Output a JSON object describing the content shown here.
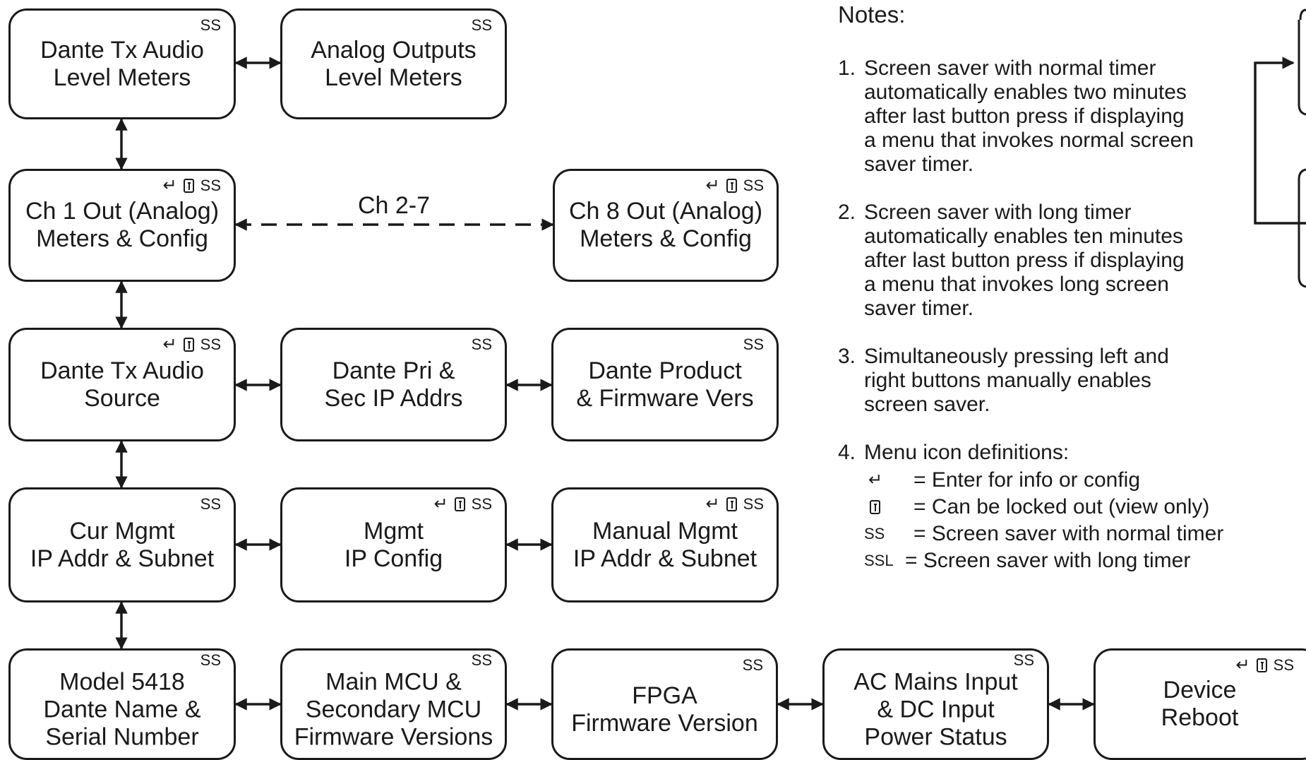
{
  "boxes": {
    "dante_tx_meters": {
      "line1": "Dante Tx Audio",
      "line2": "Level Meters",
      "ss": "SS"
    },
    "analog_outputs_meters": {
      "line1": "Analog Outputs",
      "line2": "Level Meters",
      "ss": "SS"
    },
    "ch1_out": {
      "line1": "Ch 1 Out (Analog)",
      "line2": "Meters & Config",
      "ss": "SS"
    },
    "ch8_out": {
      "line1": "Ch 8 Out (Analog)",
      "line2": "Meters & Config",
      "ss": "SS"
    },
    "dante_tx_source": {
      "line1": "Dante Tx Audio",
      "line2": "Source",
      "ss": "SS"
    },
    "dante_ip": {
      "line1": "Dante Pri &",
      "line2": "Sec IP Addrs",
      "ss": "SS"
    },
    "dante_product": {
      "line1": "Dante Product",
      "line2": "& Firmware Vers",
      "ss": "SS"
    },
    "cur_mgmt": {
      "line1": "Cur Mgmt",
      "line2": "IP Addr & Subnet",
      "ss": "SS"
    },
    "mgmt_ip_config": {
      "line1": "Mgmt",
      "line2": "IP Config",
      "ss": "SS"
    },
    "manual_mgmt": {
      "line1": "Manual Mgmt",
      "line2": "IP Addr & Subnet",
      "ss": "SS"
    },
    "model": {
      "line1": "Model 5418",
      "line2": "Dante Name &",
      "line3": "Serial Number",
      "ss": "SS"
    },
    "mcu": {
      "line1": "Main MCU &",
      "line2": "Secondary MCU",
      "line3": "Firmware Versions",
      "ss": "SS"
    },
    "fpga": {
      "line1": "FPGA",
      "line2": "Firmware Version",
      "ss": "SS"
    },
    "ac_mains": {
      "line1": "AC Mains Input",
      "line2": "& DC Input",
      "line3": "Power Status",
      "ss": "SS"
    },
    "reboot": {
      "line1": "Device",
      "line2": "Reboot",
      "ss": "SS"
    }
  },
  "connector_label": "Ch 2-7",
  "notes": {
    "title": "Notes:",
    "items": [
      {
        "num": "1.",
        "lines": [
          "Screen saver with normal timer",
          "automatically enables two minutes",
          "after last button press if displaying",
          "a menu that invokes normal screen",
          "saver timer."
        ]
      },
      {
        "num": "2.",
        "lines": [
          "Screen saver with long timer",
          "automatically enables ten minutes",
          "after last button press if displaying",
          "a menu that invokes long screen",
          "saver timer."
        ]
      },
      {
        "num": "3.",
        "lines": [
          "Simultaneously pressing left and",
          "right buttons manually enables",
          "screen saver."
        ]
      },
      {
        "num": "4.",
        "lines": [
          "Menu icon definitions:"
        ]
      }
    ],
    "definitions": [
      {
        "symbol": "enter-icon",
        "text": "= Enter for info or config"
      },
      {
        "symbol": "lock-icon",
        "text": "= Can be locked out (view only)"
      },
      {
        "symbol_text": "SS",
        "text": "= Screen saver with normal timer"
      },
      {
        "symbol_text": "SSL",
        "text": "= Screen saver with long timer"
      }
    ]
  }
}
